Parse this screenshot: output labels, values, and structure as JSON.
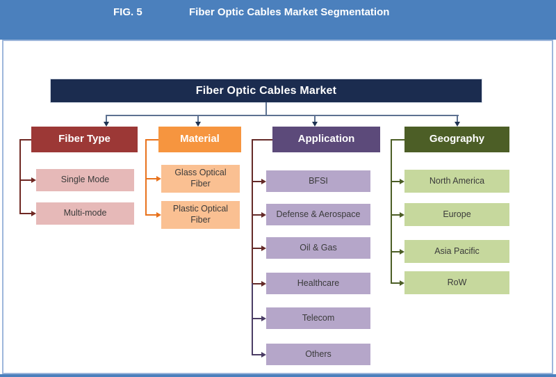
{
  "header": {
    "fig_label": "FIG. 5",
    "title": "Fiber Optic Cables Market Segmentation",
    "bg_color": "#4b80bd",
    "text_color": "#ffffff"
  },
  "root": {
    "label": "Fiber Optic Cables Market",
    "bg_color": "#1b2c4f",
    "text_color": "#ffffff"
  },
  "connectors": {
    "main_line_color": "#5d7191",
    "main_arrow_color": "#1f3352"
  },
  "segments": [
    {
      "label": "Fiber Type",
      "header_bg": "#9c3836",
      "header_text_color": "#ffffff",
      "child_bg": "#e6b9b8",
      "child_text_color": "#3a3a3a",
      "line_color": "#6f2823",
      "children": [
        "Single Mode",
        "Multi-mode"
      ]
    },
    {
      "label": "Material",
      "header_bg": "#f6953f",
      "header_text_color": "#ffffff",
      "child_bg": "#fac092",
      "child_text_color": "#3a3a3a",
      "line_color": "#e8721c",
      "children": [
        "Glass Optical Fiber",
        "Plastic Optical Fiber"
      ]
    },
    {
      "label": "Application",
      "header_bg": "#5c4a7a",
      "header_text_color": "#ffffff",
      "child_bg": "#b5a6c9",
      "child_text_color": "#3a3a3a",
      "line_color": "#642a28",
      "child_line_colors": [
        "#642a28",
        "#642a28",
        "#642a28",
        "#642a28",
        "#4a3c64",
        "#4a3c64"
      ],
      "children": [
        "BFSI",
        "Defense & Aerospace",
        "Oil & Gas",
        "Healthcare",
        "Telecom",
        "Others"
      ]
    },
    {
      "label": "Geography",
      "header_bg": "#4c5e26",
      "header_text_color": "#ffffff",
      "child_bg": "#c6d89d",
      "child_text_color": "#3a3a3a",
      "line_color": "#4c5e26",
      "children": [
        "North America",
        "Europe",
        "Asia Pacific",
        "RoW"
      ]
    }
  ]
}
